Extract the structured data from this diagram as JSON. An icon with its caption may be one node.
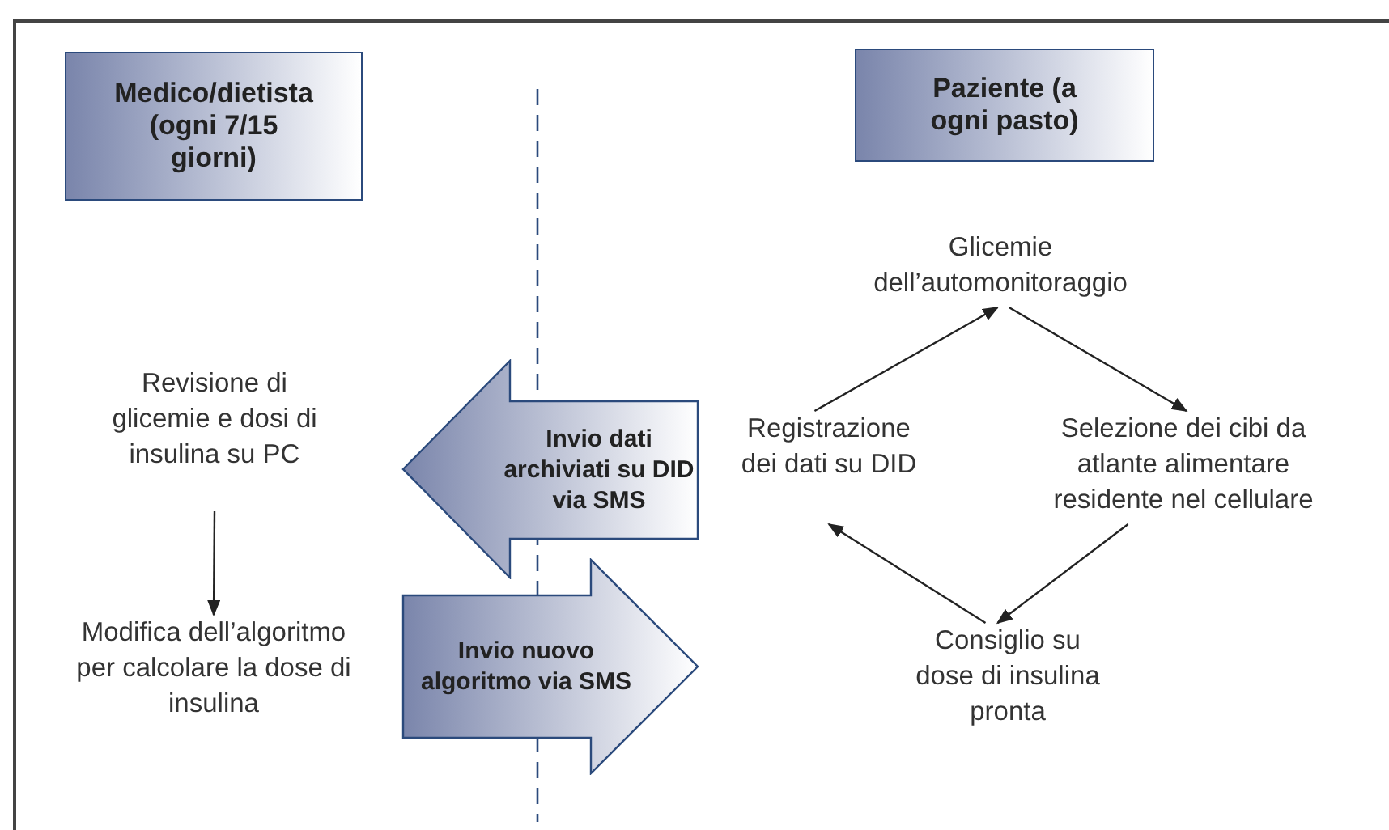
{
  "diagram": {
    "nodes": [
      {
        "text": [
          "Medico/dietista (ogni 7/15 giorni)"
        ]
      },
      {
        "text": [
          "Paziente (a ogni pasto)"
        ]
      },
      {
        "text": [
          "Glicemie dell’automonitoraggio"
        ]
      },
      {
        "text": [
          "Selezione dei cibi da atlante alimentare residente nel cellulare"
        ]
      },
      {
        "text": [
          "Consiglio su dose di insulina pronta"
        ]
      },
      {
        "text": [
          "Registrazione dei dati su DID"
        ]
      },
      {
        "text": [
          "Revisione di glicemie e dosi di insulina su PC"
        ]
      },
      {
        "text": [
          "Modifica dell’algoritmo per calcolare la dose di insulina"
        ]
      },
      {
        "text": [
          "Invio dati archiviati su DID via SMS"
        ]
      },
      {
        "text": [
          "Invio nuovo algoritmo via SMS"
        ]
      }
    ],
    "edges": [
      {
        "from": 5,
        "to": 2,
        "arrow": "to"
      },
      {
        "from": 2,
        "to": 3,
        "arrow": "to"
      },
      {
        "from": 3,
        "to": 4,
        "arrow": "to"
      },
      {
        "from": 4,
        "to": 5,
        "arrow": "to"
      },
      {
        "from": 6,
        "to": 7,
        "arrow": "to"
      }
    ]
  }
}
